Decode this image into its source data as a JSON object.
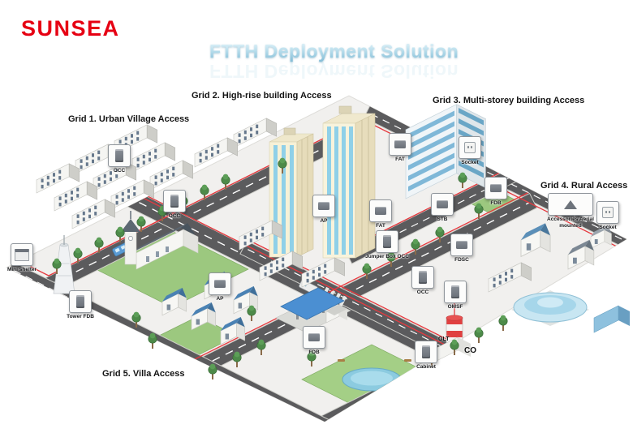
{
  "logo": {
    "text": "SUNSEA",
    "color": "#e60013"
  },
  "title": {
    "text": "FTTH Deployment Solution",
    "color": "#a6d2e6"
  },
  "grids": [
    {
      "label": "Grid 1. Urban Village Access"
    },
    {
      "label": "Grid 2. High-rise building Access"
    },
    {
      "label": "Grid 3. Multi-storey building Access"
    },
    {
      "label": "Grid 4. Rural Access"
    },
    {
      "label": "Grid 5. Villa Access"
    }
  ],
  "callouts": [
    {
      "label": "OCC",
      "icon": "cabinet-icon"
    },
    {
      "label": "OCC",
      "icon": "cabinet-icon"
    },
    {
      "label": "Mini shelter",
      "icon": "shelter-icon"
    },
    {
      "label": "Tower FDB",
      "icon": "cabinet-icon"
    },
    {
      "label": "AP",
      "icon": "device-box-icon"
    },
    {
      "label": "AP",
      "icon": "device-box-icon"
    },
    {
      "label": "FAT",
      "icon": "device-box-icon"
    },
    {
      "label": "Jumper Box OCC",
      "icon": "cabinet-icon"
    },
    {
      "label": "STB",
      "icon": "device-box-icon"
    },
    {
      "label": "FDSC",
      "icon": "device-box-icon"
    },
    {
      "label": "OCC",
      "icon": "cabinet-icon"
    },
    {
      "label": "FAT",
      "icon": "device-box-icon"
    },
    {
      "label": "Socket",
      "icon": "socket-icon"
    },
    {
      "label": "FDB",
      "icon": "device-box-icon"
    },
    {
      "label": "Accessories Aerial mounted",
      "icon": "antenna-icon"
    },
    {
      "label": "Socket",
      "icon": "socket-icon"
    },
    {
      "label": "FDB",
      "icon": "device-box-icon"
    },
    {
      "label": "OMSF",
      "icon": "cabinet-icon"
    },
    {
      "label": "Cabinet",
      "icon": "cabinet-icon"
    },
    {
      "label": "OLT"
    },
    {
      "label": "CO"
    }
  ],
  "colors": {
    "accent_red": "#e8383d",
    "road": "#5b5b5d",
    "ground": "#f1f0ee",
    "green": "#9cc87f"
  }
}
